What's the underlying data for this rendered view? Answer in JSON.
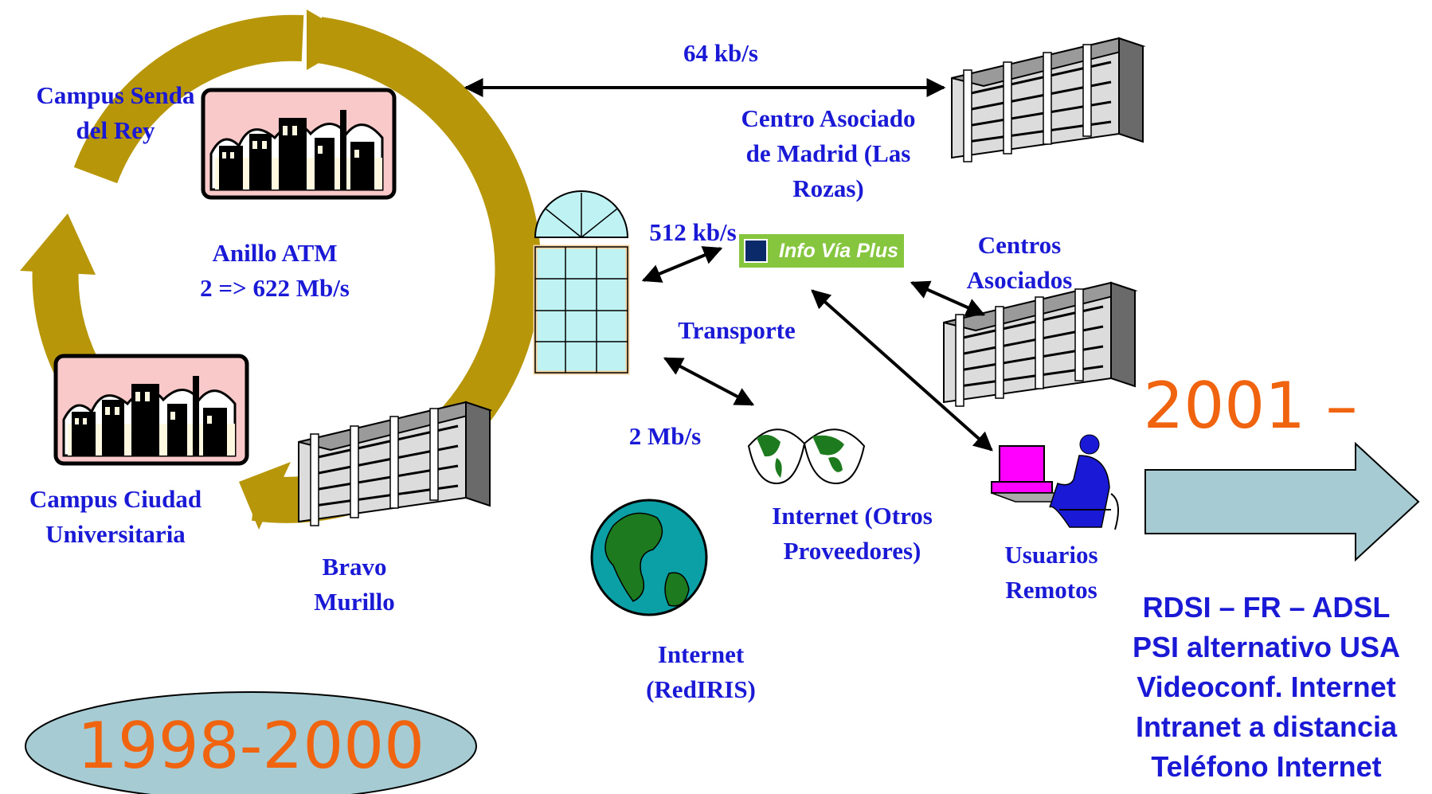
{
  "labels": {
    "campus_senda": [
      "Campus Senda",
      "del Rey"
    ],
    "anillo": [
      "Anillo ATM",
      "2 => 622 Mb/s"
    ],
    "campus_ciudad": [
      "Campus Ciudad",
      "Universitaria"
    ],
    "bravo_murillo": [
      "Bravo",
      "Murillo"
    ],
    "speed_64": "64 kb/s",
    "centro_madrid": [
      "Centro Asociado",
      "de Madrid (Las",
      "Rozas)"
    ],
    "speed_512": "512 kb/s",
    "infovia": "Info Vía Plus",
    "centros_asociados": [
      "Centros",
      "Asociados"
    ],
    "transporte": "Transporte",
    "speed_2mb": "2 Mb/s",
    "internet_otros": [
      "Internet (Otros",
      "Proveedores)"
    ],
    "usuarios": [
      "Usuarios",
      "Remotos"
    ],
    "internet_rediris": [
      "Internet",
      "(RedIRIS)"
    ]
  },
  "period_past": "1998-2000",
  "period_future": "2001 –",
  "future_features": [
    "RDSI – FR – ADSL",
    "PSI alternativo USA",
    "Videoconf. Internet",
    "Intranet a distancia",
    "Teléfono Internet"
  ],
  "colors": {
    "text_blue": "#1a1ad6",
    "accent_orange": "#f06410",
    "ring_gold": "#b8960a",
    "light_teal": "#a6cbd2",
    "infovia_green": "#86c53e"
  }
}
